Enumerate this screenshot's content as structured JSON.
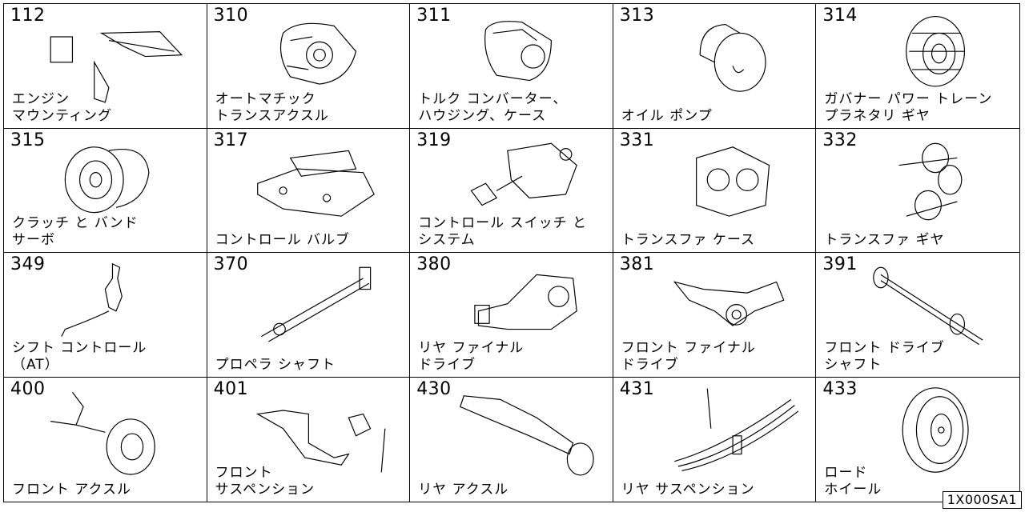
{
  "ref_code": "1X000SA1",
  "items": [
    {
      "code": "112",
      "label": [
        "エンジン",
        "マウンティング"
      ],
      "icon": "engine-mounting-icon"
    },
    {
      "code": "310",
      "label": [
        "オートマチック",
        "トランスアクスル"
      ],
      "icon": "automatic-transaxle-icon"
    },
    {
      "code": "311",
      "label": [
        "トルク コンバーター、",
        "ハウジング、ケース"
      ],
      "icon": "torque-converter-housing-icon"
    },
    {
      "code": "313",
      "label": [
        "オイル ポンプ"
      ],
      "icon": "oil-pump-icon"
    },
    {
      "code": "314",
      "label": [
        "ガバナー パワー トレーン",
        "プラネタリ ギヤ"
      ],
      "icon": "governor-planetary-gear-icon"
    },
    {
      "code": "315",
      "label": [
        "クラッチ と バンド",
        "サーボ"
      ],
      "icon": "clutch-band-servo-icon"
    },
    {
      "code": "317",
      "label": [
        "コントロール バルブ"
      ],
      "icon": "control-valve-icon"
    },
    {
      "code": "319",
      "label": [
        "コントロール スイッチ と",
        "システム"
      ],
      "icon": "control-switch-system-icon"
    },
    {
      "code": "331",
      "label": [
        "トランスファ ケース"
      ],
      "icon": "transfer-case-icon"
    },
    {
      "code": "332",
      "label": [
        "トランスファ ギヤ"
      ],
      "icon": "transfer-gear-icon"
    },
    {
      "code": "349",
      "label": [
        "シフト コントロール",
        "（AT）"
      ],
      "icon": "shift-control-icon"
    },
    {
      "code": "370",
      "label": [
        "プロペラ シャフト"
      ],
      "icon": "propeller-shaft-icon"
    },
    {
      "code": "380",
      "label": [
        "リヤ ファイナル",
        "ドライブ"
      ],
      "icon": "rear-final-drive-icon"
    },
    {
      "code": "381",
      "label": [
        "フロント ファイナル",
        "ドライブ"
      ],
      "icon": "front-final-drive-icon"
    },
    {
      "code": "391",
      "label": [
        "フロント ドライブ",
        "シャフト"
      ],
      "icon": "front-drive-shaft-icon"
    },
    {
      "code": "400",
      "label": [
        "フロント アクスル"
      ],
      "icon": "front-axle-icon"
    },
    {
      "code": "401",
      "label": [
        "フロント",
        "サスペンション"
      ],
      "icon": "front-suspension-icon"
    },
    {
      "code": "430",
      "label": [
        "リヤ アクスル"
      ],
      "icon": "rear-axle-icon"
    },
    {
      "code": "431",
      "label": [
        "リヤ サスペンション"
      ],
      "icon": "rear-suspension-icon"
    },
    {
      "code": "433",
      "label": [
        "ロード",
        "ホイール"
      ],
      "icon": "road-wheel-icon"
    }
  ]
}
